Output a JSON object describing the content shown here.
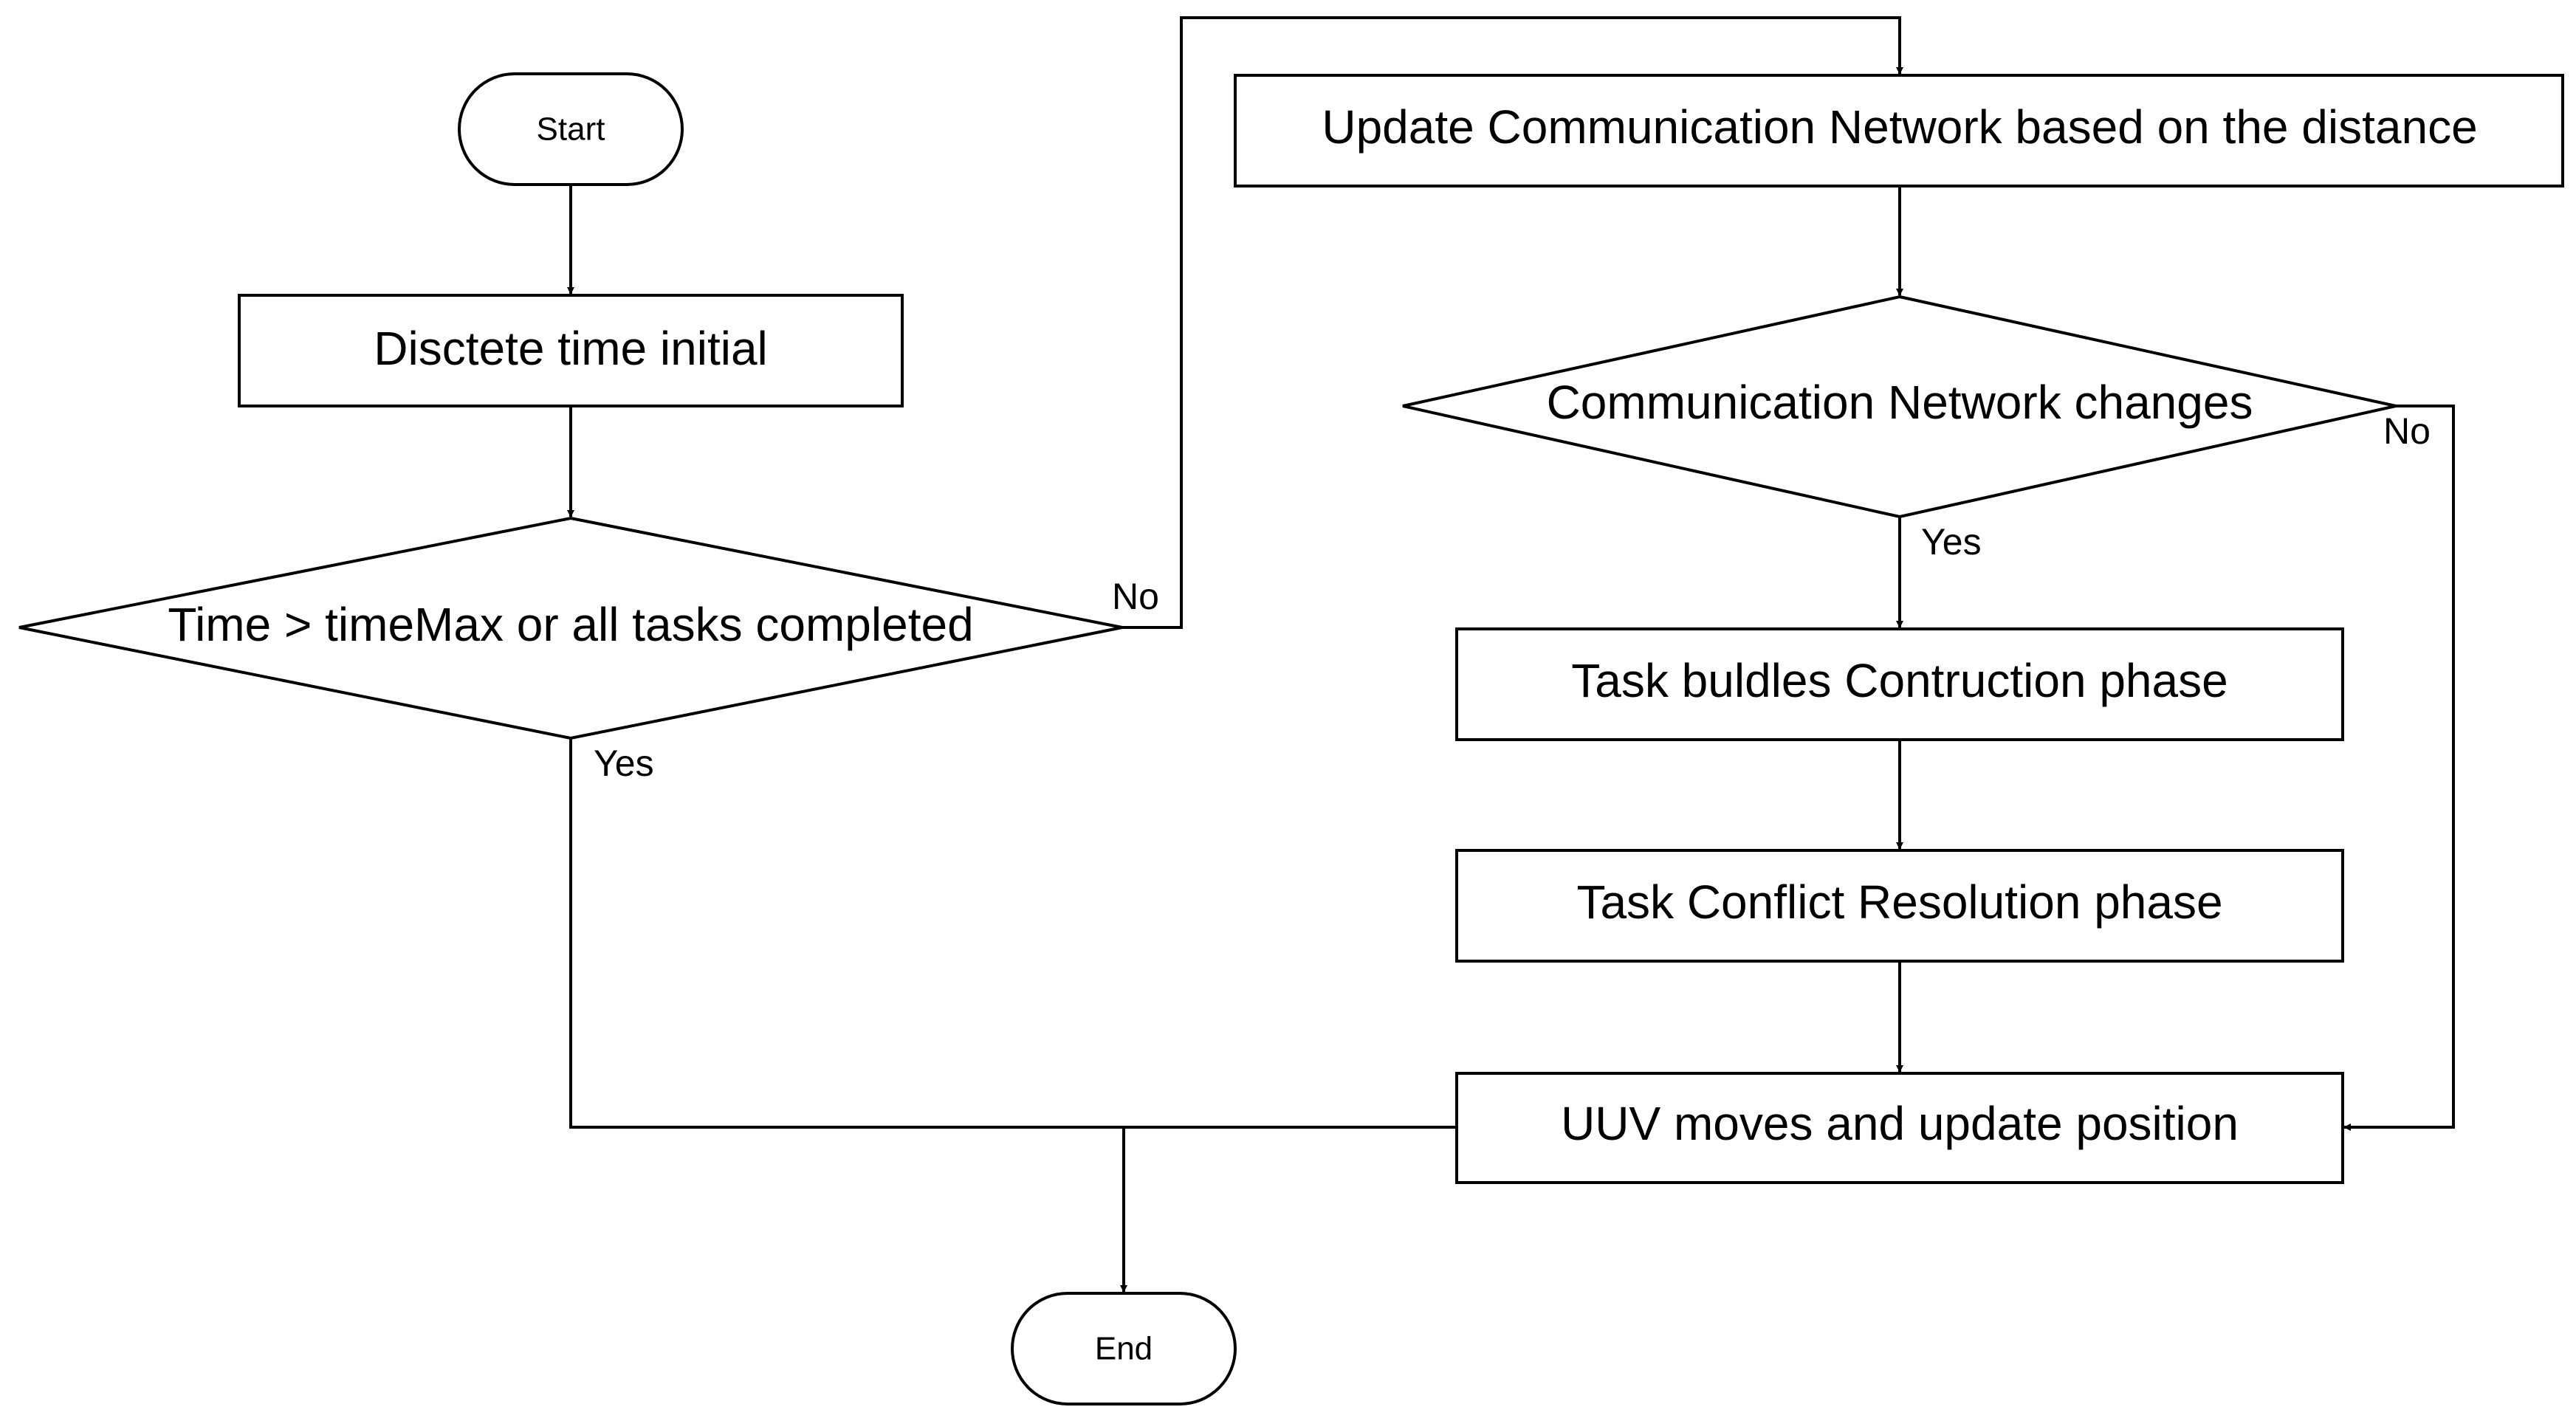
{
  "nodes": {
    "start": "Start",
    "discrete_time": "Disctete time initial",
    "time_check": "Time > timeMax or all tasks completed",
    "update_network": "Update Communication Network based on the distance",
    "network_changes": "Communication Network changes",
    "bundle_construction": "Task buldles Contruction phase",
    "conflict_resolution": "Task Conflict Resolution phase",
    "uuv_moves": "UUV moves and update position",
    "end": "End"
  },
  "branches": {
    "time_check_no": "No",
    "time_check_yes": "Yes",
    "network_changes_no": "No",
    "network_changes_yes": "Yes"
  }
}
